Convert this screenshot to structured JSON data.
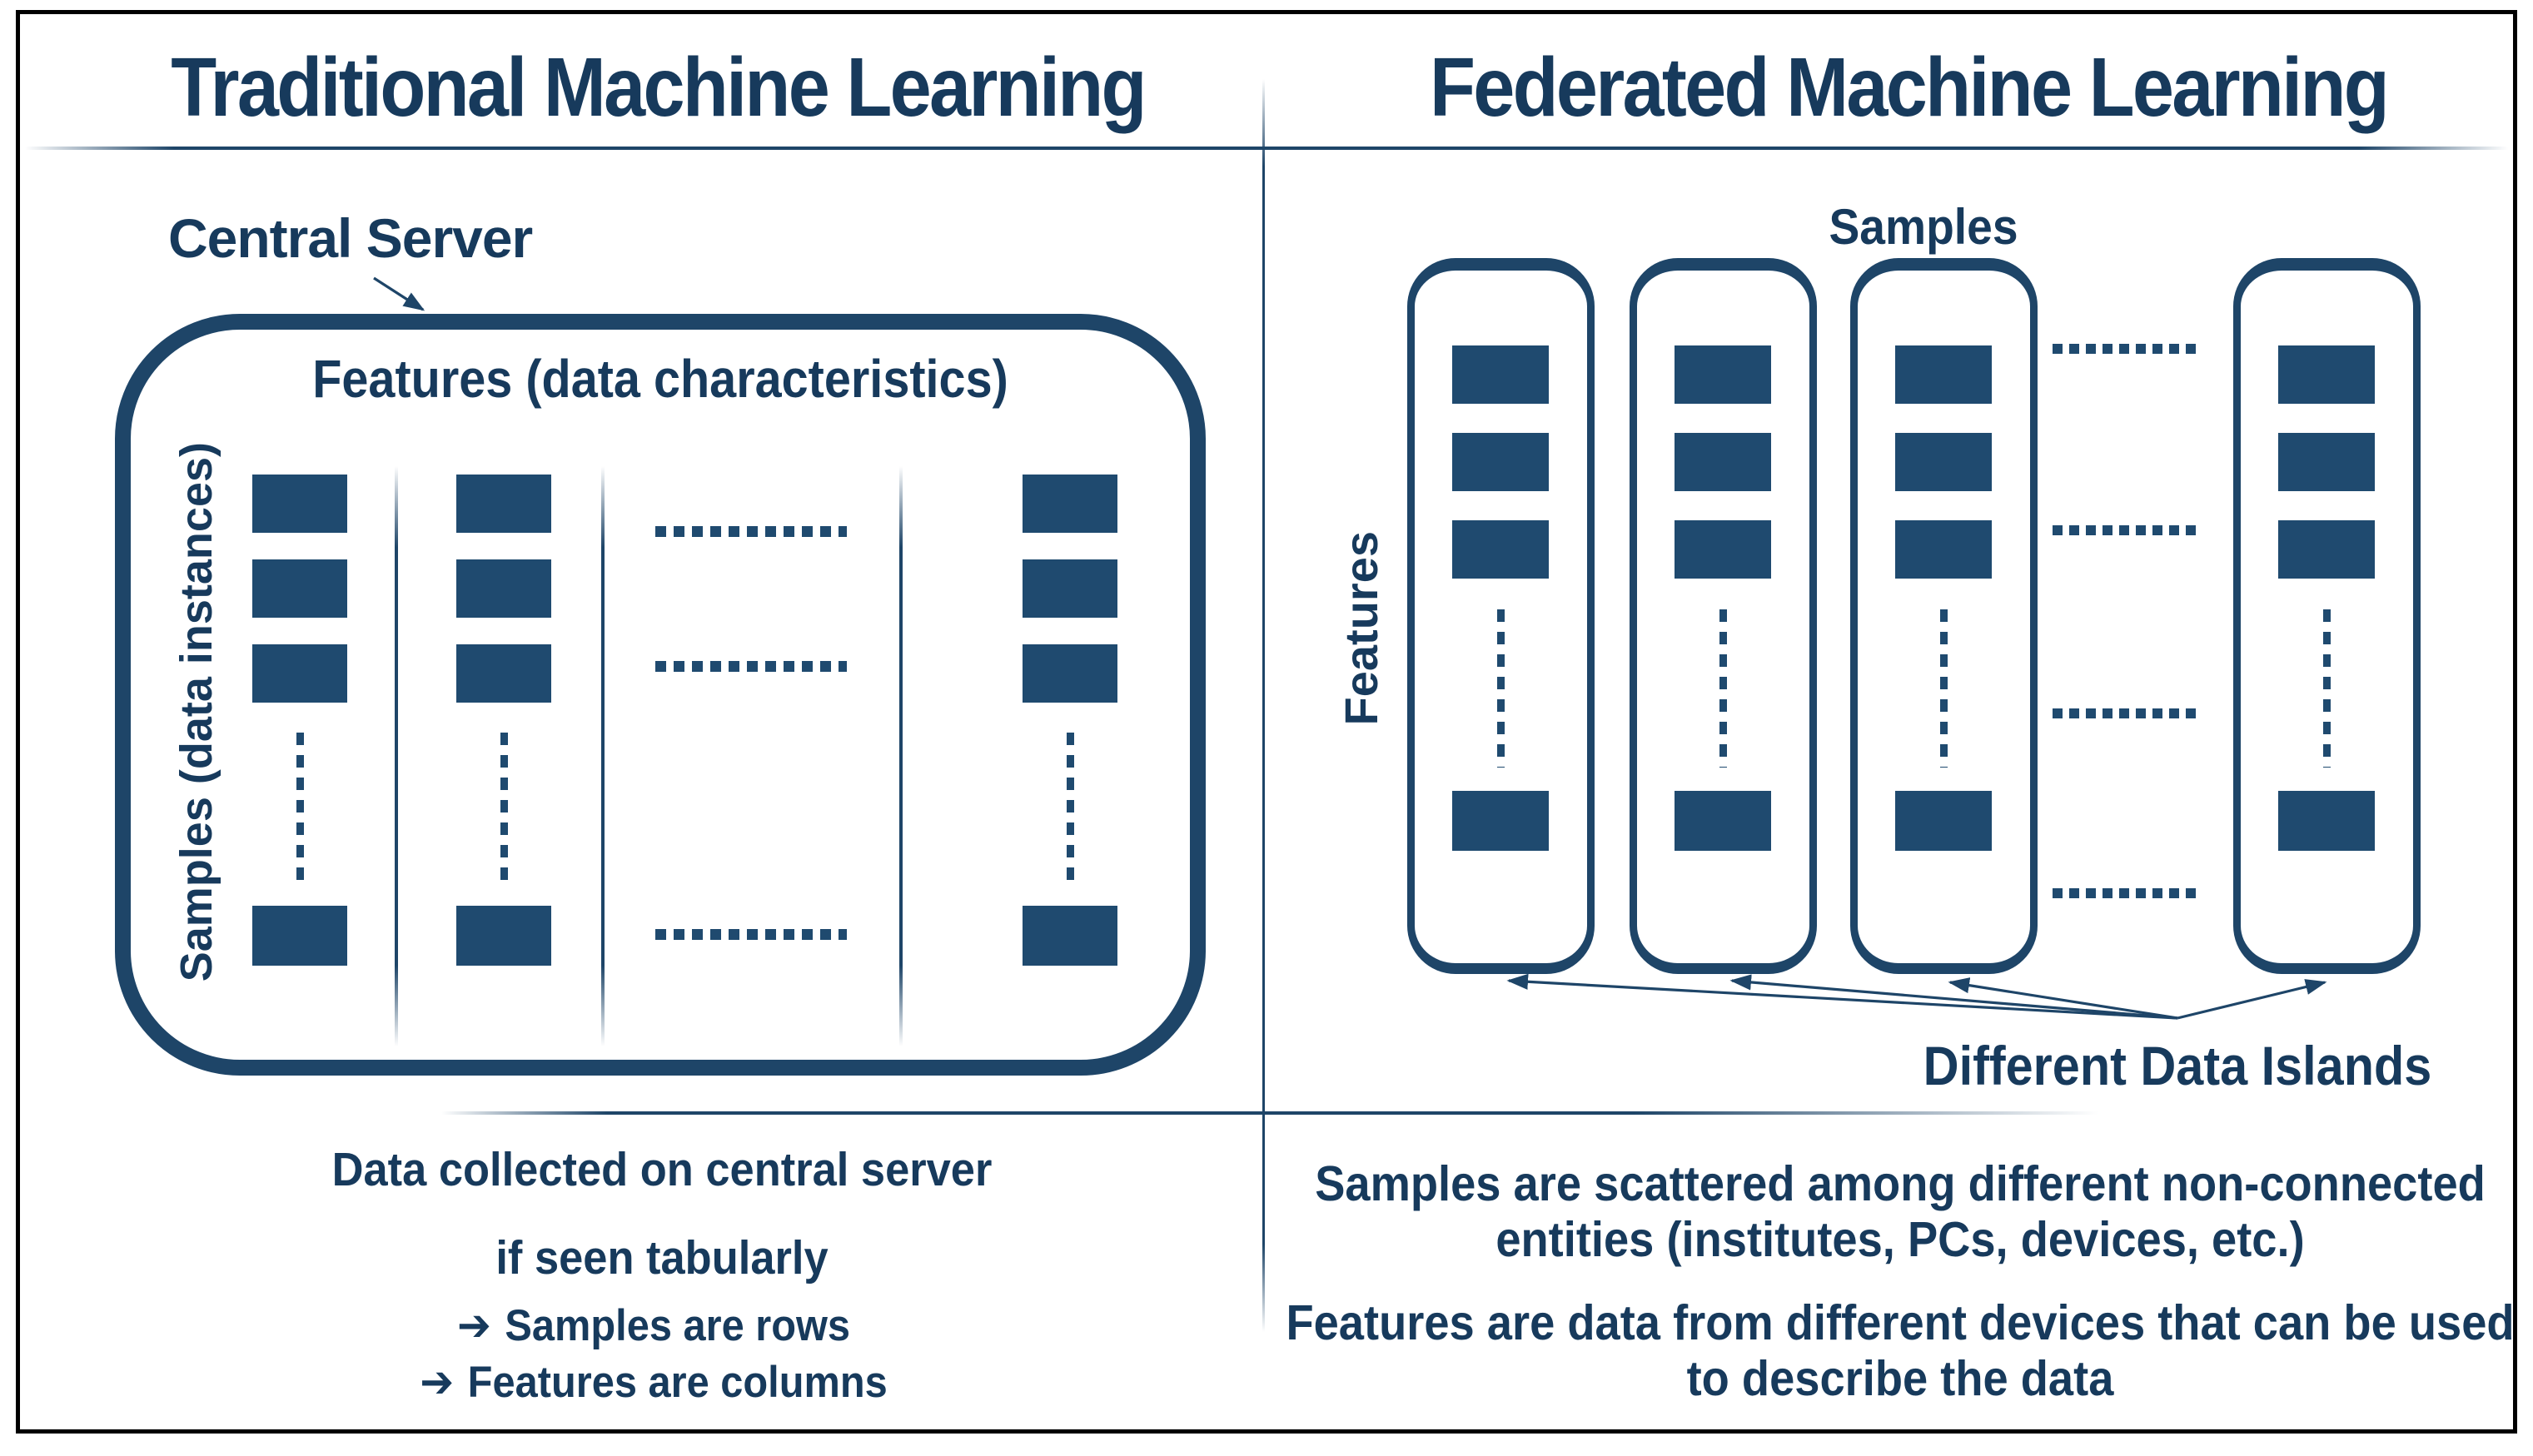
{
  "colors": {
    "navy_border": "#1E4568",
    "navy_text": "#173A5C",
    "cell_fill": "#1F4A6F",
    "frame": "#000000"
  },
  "left_panel": {
    "title": "Traditional Machine Learning",
    "central_server_label": "Central Server",
    "features_label": "Features (data characteristics)",
    "samples_label": "Samples (data instances)",
    "caption_line1": "Data collected on central server",
    "caption_line2": "if seen tabularly",
    "bullet_arrow": "➔",
    "bullets": [
      "Samples are rows",
      "Features are columns"
    ]
  },
  "right_panel": {
    "title": "Federated Machine Learning",
    "samples_label": "Samples",
    "features_label": "Features",
    "data_islands_label": "Different Data Islands",
    "caption1_lines": [
      "Samples are scattered among different non-connected",
      "entities (institutes, PCs, devices, etc.)"
    ],
    "caption2_lines": [
      "Features are data from different devices that can be used",
      "to describe the data"
    ]
  }
}
